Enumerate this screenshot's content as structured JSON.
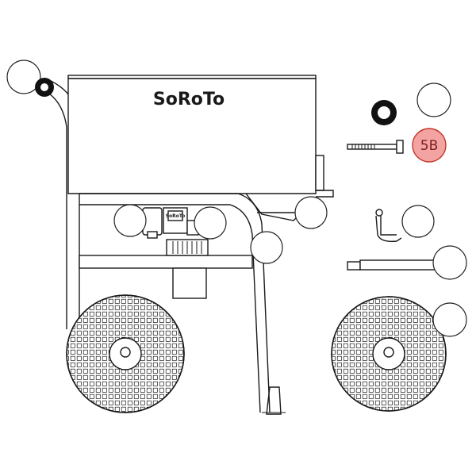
{
  "brand": {
    "name": "SoRoTo"
  },
  "colors": {
    "highlight_fill": "#f4a3a3",
    "highlight_stroke": "#c0392b",
    "highlight_text": "#7a1f1f",
    "line": "#1a1a1a"
  },
  "callouts": [
    {
      "id": "5B",
      "label": "5B",
      "highlighted": true
    }
  ]
}
